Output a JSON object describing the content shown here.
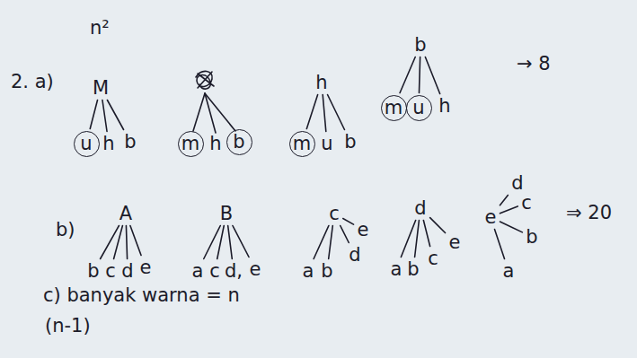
{
  "diagram": {
    "nodes": [
      {
        "text": [
          "M"
        ]
      },
      {
        "text": [
          "u"
        ]
      },
      {
        "text": [
          "h"
        ]
      },
      {
        "text": [
          "b"
        ]
      },
      {
        "text": [
          "m"
        ]
      },
      {
        "text": [
          "h"
        ]
      },
      {
        "text": [
          "b"
        ]
      },
      {
        "text": [
          "h"
        ]
      },
      {
        "text": [
          "m"
        ]
      },
      {
        "text": [
          "u"
        ]
      },
      {
        "text": [
          "b"
        ]
      },
      {
        "text": [
          "b"
        ]
      },
      {
        "text": [
          "m"
        ]
      },
      {
        "text": [
          "u"
        ]
      },
      {
        "text": [
          "h"
        ]
      },
      {
        "text": [
          "A"
        ]
      },
      {
        "text": [
          "b"
        ]
      },
      {
        "text": [
          "c"
        ]
      },
      {
        "text": [
          "d"
        ]
      },
      {
        "text": [
          "e"
        ]
      },
      {
        "text": [
          "B"
        ]
      },
      {
        "text": [
          "a"
        ]
      },
      {
        "text": [
          "c"
        ]
      },
      {
        "text": [
          "d,"
        ]
      },
      {
        "text": [
          "e"
        ]
      },
      {
        "text": [
          "c"
        ]
      },
      {
        "text": [
          "a"
        ]
      },
      {
        "text": [
          "b"
        ]
      },
      {
        "text": [
          "e"
        ]
      },
      {
        "text": [
          "d"
        ]
      },
      {
        "text": [
          "d"
        ]
      },
      {
        "text": [
          "a"
        ]
      },
      {
        "text": [
          "b"
        ]
      },
      {
        "text": [
          "c"
        ]
      },
      {
        "text": [
          "e"
        ]
      },
      {
        "text": [
          "e"
        ]
      },
      {
        "text": [
          "d"
        ]
      },
      {
        "text": [
          "c"
        ]
      },
      {
        "text": [
          "b"
        ]
      },
      {
        "text": [
          "a"
        ]
      }
    ],
    "edges": [
      {
        "from": 0,
        "to": 1,
        "arrow": "none"
      },
      {
        "from": 0,
        "to": 2,
        "arrow": "none"
      },
      {
        "from": 0,
        "to": 3,
        "arrow": "none"
      },
      {
        "from": 7,
        "to": 8,
        "arrow": "none"
      },
      {
        "from": 7,
        "to": 9,
        "arrow": "none"
      },
      {
        "from": 7,
        "to": 10,
        "arrow": "none"
      },
      {
        "from": 11,
        "to": 12,
        "arrow": "none"
      },
      {
        "from": 11,
        "to": 13,
        "arrow": "none"
      },
      {
        "from": 11,
        "to": 14,
        "arrow": "none"
      },
      {
        "from": 15,
        "to": 16,
        "arrow": "none"
      },
      {
        "from": 15,
        "to": 17,
        "arrow": "none"
      },
      {
        "from": 15,
        "to": 18,
        "arrow": "none"
      },
      {
        "from": 15,
        "to": 19,
        "arrow": "none"
      },
      {
        "from": 20,
        "to": 21,
        "arrow": "none"
      },
      {
        "from": 20,
        "to": 22,
        "arrow": "none"
      },
      {
        "from": 20,
        "to": 23,
        "arrow": "none"
      },
      {
        "from": 20,
        "to": 24,
        "arrow": "none"
      },
      {
        "from": 25,
        "to": 26,
        "arrow": "none"
      },
      {
        "from": 25,
        "to": 27,
        "arrow": "none"
      },
      {
        "from": 25,
        "to": 28,
        "arrow": "none"
      },
      {
        "from": 25,
        "to": 29,
        "arrow": "none"
      },
      {
        "from": 30,
        "to": 31,
        "arrow": "none"
      },
      {
        "from": 30,
        "to": 32,
        "arrow": "none"
      },
      {
        "from": 30,
        "to": 33,
        "arrow": "none"
      },
      {
        "from": 30,
        "to": 34,
        "arrow": "none"
      },
      {
        "from": 35,
        "to": 36,
        "arrow": "none"
      },
      {
        "from": 35,
        "to": 37,
        "arrow": "none"
      },
      {
        "from": 35,
        "to": 38,
        "arrow": "none"
      },
      {
        "from": 35,
        "to": 39,
        "arrow": "none"
      }
    ],
    "labels": [
      "n²",
      "2. a)",
      "→ 8",
      "b)",
      "⇒ 20",
      "c) banyak warna = n",
      "(n-1)"
    ]
  }
}
